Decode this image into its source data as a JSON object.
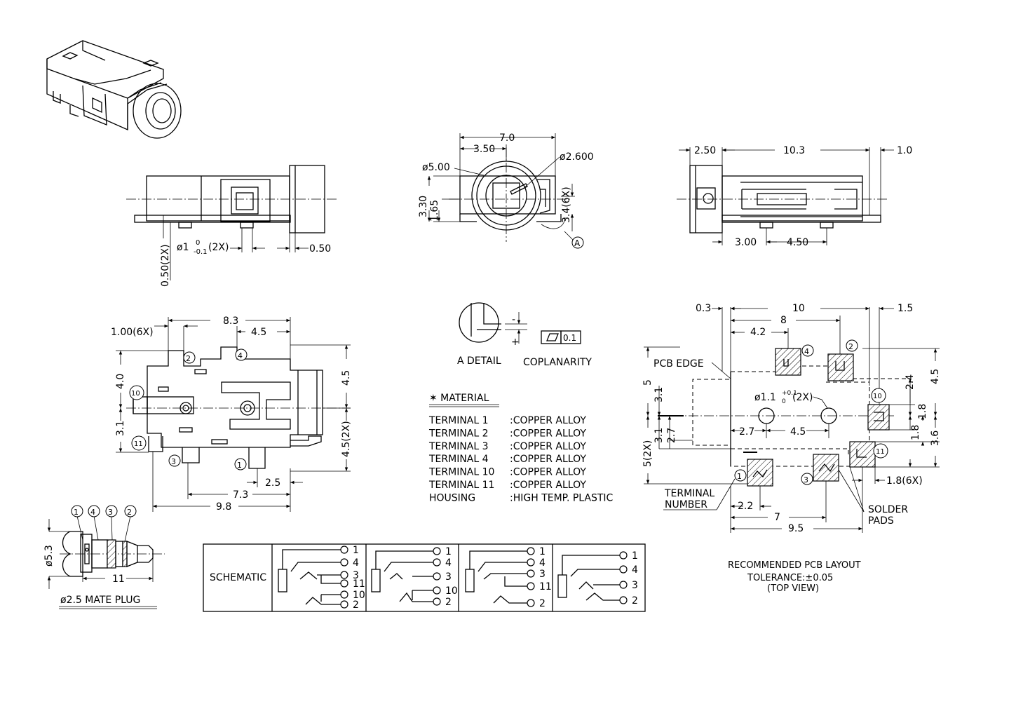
{
  "dims": {
    "side": {
      "d1": "ø1",
      "d1_tol_hi": "0",
      "d1_tol_lo": "-0.1",
      "d1_suffix": "(2X)",
      "h050_2x": "0.50(2X)",
      "w050": "0.50"
    },
    "front": {
      "w70": "7.0",
      "w350": "3.50",
      "d500": "ø5.00",
      "d2600": "ø2.600",
      "h330": "3.30",
      "h165": "1.65",
      "h34": "3.4(6X)",
      "detail_mark": "A"
    },
    "right": {
      "w250": "2.50",
      "w103": "10.3",
      "w10": "1.0",
      "w300": "3.00",
      "w450": "4.50"
    },
    "top": {
      "w83": "8.3",
      "w45": "4.5",
      "w100_6x": "1.00(6X)",
      "h40": "4.0",
      "h31": "3.1",
      "h45": "4.5",
      "h45_2x": "4.5(2X)",
      "w25": "2.5",
      "w73": "7.3",
      "w98": "9.8"
    },
    "pcb": {
      "w03": "0.3",
      "w10": "10",
      "w8": "8",
      "w42": "4.2",
      "w15": "1.5",
      "pcb_edge": "PCB EDGE",
      "h5": "5",
      "h31": "3.1",
      "h27": "2.7",
      "h5_2x": "5(2X)",
      "hole_d": "ø1.1",
      "hole_tol_hi": "+0.1",
      "hole_tol_lo": "0",
      "hole_suffix": "(2X)",
      "w27": "2.7",
      "w45": "4.5",
      "h24": "2.4",
      "h18": "1.8",
      "h36": "3.6",
      "h45": "4.5",
      "pad_w": "1.8(6X)",
      "w22": "2.2",
      "w7": "7",
      "w95": "9.5",
      "terminal": "TERMINAL",
      "number": "NUMBER",
      "solder": "SOLDER",
      "pads": "PADS"
    }
  },
  "terminals": {
    "t1": "1",
    "t2": "2",
    "t3": "3",
    "t4": "4",
    "t10": "10",
    "t11": "11"
  },
  "detail": {
    "label": "A DETAIL",
    "coplanarity": "COPLANARITY",
    "coplan_value": "0.1",
    "minus": "-",
    "plus": "+"
  },
  "material": {
    "title": "✶ MATERIAL",
    "rows": [
      {
        "name": "TERMINAL 1",
        "value": ":COPPER ALLOY"
      },
      {
        "name": "TERMINAL 2",
        "value": ":COPPER ALLOY"
      },
      {
        "name": "TERMINAL 3",
        "value": ":COPPER ALLOY"
      },
      {
        "name": "TERMINAL 4",
        "value": ":COPPER ALLOY"
      },
      {
        "name": "TERMINAL 10",
        "value": ":COPPER ALLOY"
      },
      {
        "name": "TERMINAL 11",
        "value": ":COPPER ALLOY"
      },
      {
        "name": "HOUSING",
        "value": ":HIGH TEMP. PLASTIC"
      }
    ]
  },
  "plug": {
    "d53": "ø5.3",
    "len": "11",
    "title": "ø2.5 MATE PLUG"
  },
  "schematic": {
    "label": "SCHEMATIC",
    "panel1": [
      "1",
      "4",
      "3",
      "11",
      "10",
      "2"
    ],
    "panel2": [
      "1",
      "4",
      "3",
      "10",
      "2"
    ],
    "panel3": [
      "1",
      "4",
      "3",
      "11",
      "2"
    ],
    "panel4": [
      "1",
      "4",
      "3",
      "2"
    ]
  },
  "notes": {
    "line1": "RECOMMENDED PCB LAYOUT",
    "line2": "TOLERANCE:±0.05",
    "line3": "(TOP VIEW)"
  }
}
